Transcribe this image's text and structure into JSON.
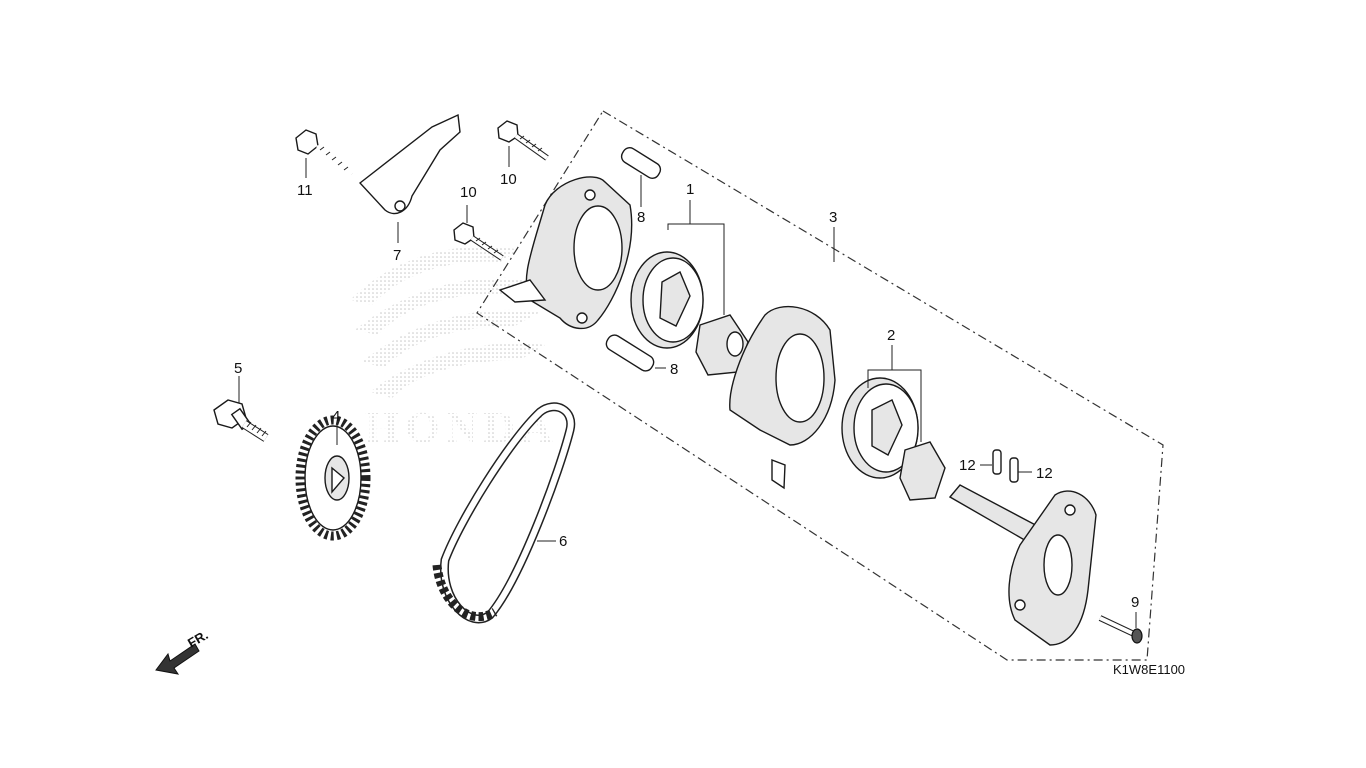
{
  "diagram": {
    "drawing_code": "K1W8E1100",
    "front_marker": "FR.",
    "callouts": {
      "c1": "1",
      "c2": "2",
      "c3": "3",
      "c4": "4",
      "c5": "5",
      "c6": "6",
      "c7": "7",
      "c8a": "8",
      "c8b": "8",
      "c9": "9",
      "c10a": "10",
      "c10b": "10",
      "c11": "11",
      "c12a": "12",
      "c12b": "12"
    },
    "watermark_text": "HONDA"
  }
}
